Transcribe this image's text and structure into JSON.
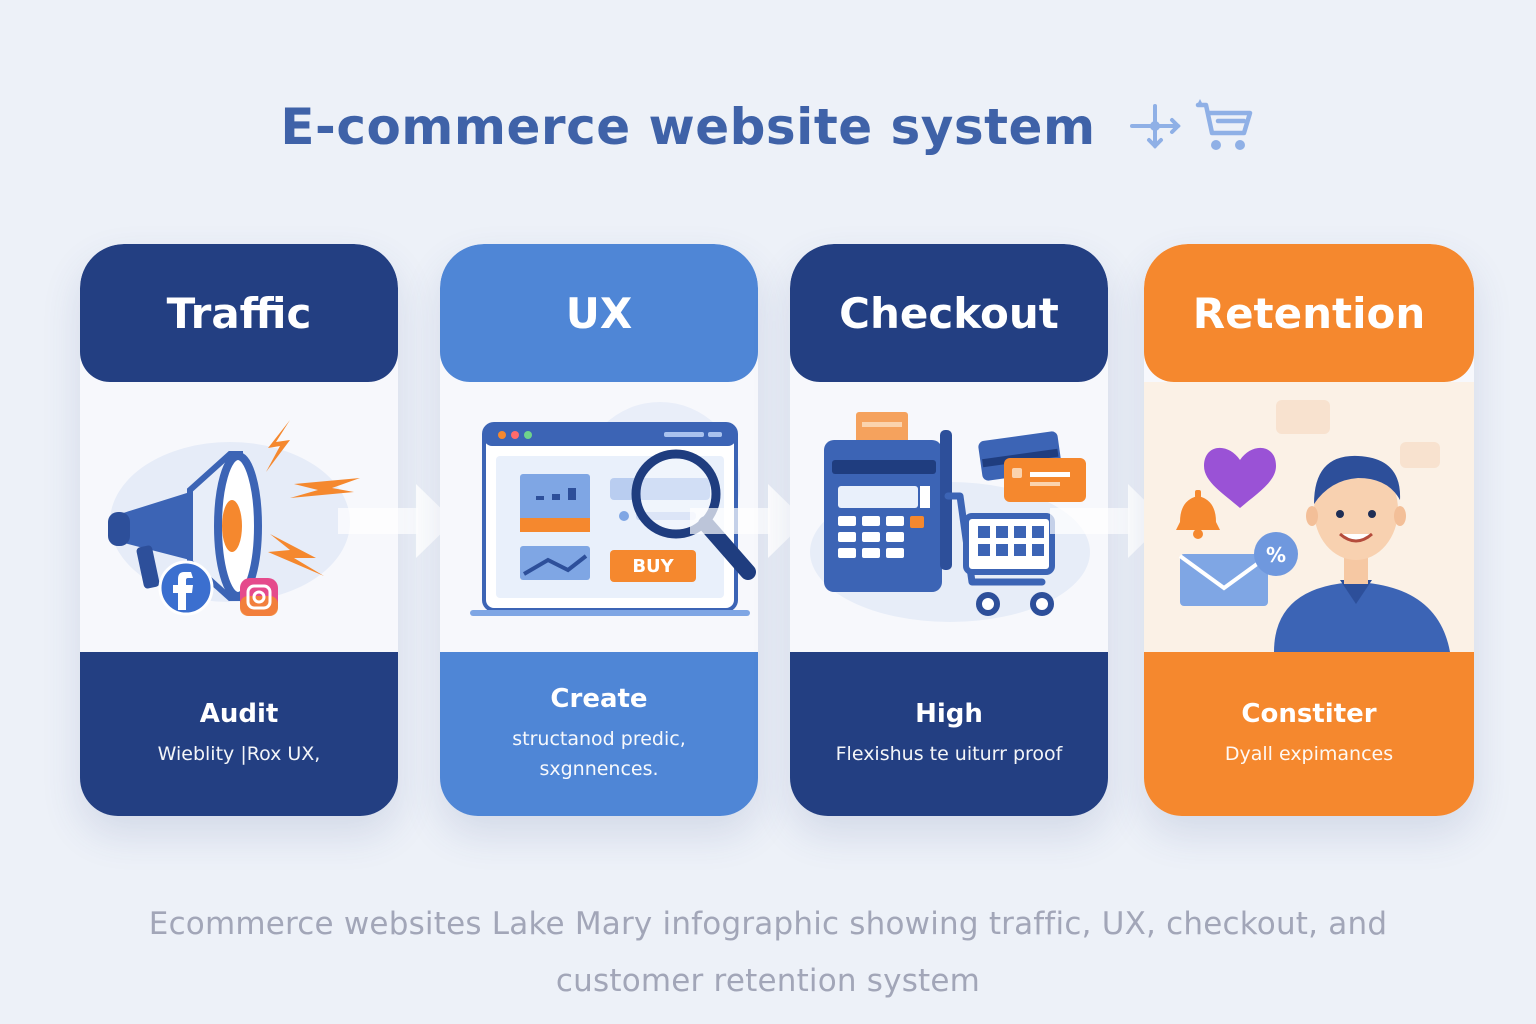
{
  "title": "E-commerce website system",
  "title_icons": [
    "network-icon",
    "cart-icon"
  ],
  "colors": {
    "navy": "#233f82",
    "blue": "#4f86d6",
    "orange": "#f5882e",
    "title": "#3f62a8",
    "caption": "#a2a6b8"
  },
  "cards": [
    {
      "heading": "Traffic",
      "foot_title": "Audit",
      "foot_sub": "Wieblity |Rox UX,",
      "illustration": "megaphone-icon"
    },
    {
      "heading": "UX",
      "foot_title": "Create",
      "foot_sub": "structanod predic, sxgnnences.",
      "illustration": "browser-magnifier-icon",
      "button_label": "BUY"
    },
    {
      "heading": "Checkout",
      "foot_title": "High",
      "foot_sub": "Flexishus te uiturr proof",
      "illustration": "register-cart-icon"
    },
    {
      "heading": "Retention",
      "foot_title": "Constiter",
      "foot_sub": "Dyall expimances",
      "illustration": "customer-icon"
    }
  ],
  "caption": {
    "line1": "Ecommerce websites Lake Mary infographic showing traffic, UX, checkout, and",
    "line2": "customer retention system"
  }
}
